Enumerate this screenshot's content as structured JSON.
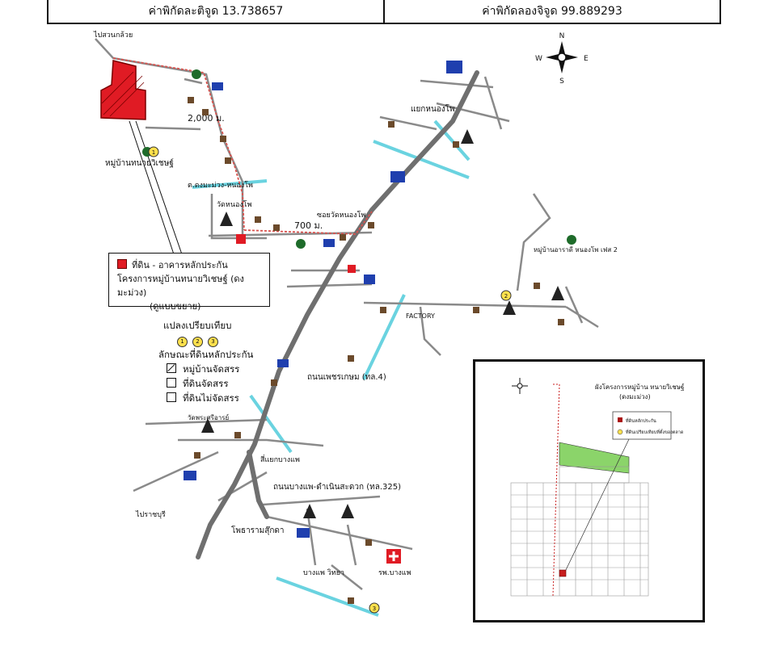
{
  "coords": {
    "lat": "ค่าพิกัดละติจูด 13.738657",
    "lon": "ค่าพิกัดลองจิจูด 99.889293"
  },
  "compass": {
    "n": "N",
    "s": "S",
    "e": "E",
    "w": "W"
  },
  "colors": {
    "property": "#e01b24",
    "road": "#7a7a7a",
    "river": "#6ad3e0",
    "marker": "#ffe14d",
    "park": "#8bd46a"
  },
  "distances": {
    "d1": "2,000 ม.",
    "d2": "700 ม."
  },
  "legend": {
    "property": "ที่ดิน - อาคารหลักประกัน",
    "project": "โครงการหมู่บ้านทนายวิเชษฐ์ (ดงมะม่วง)",
    "scale": "(ดูแบบขยาย)"
  },
  "comparison": {
    "title": "แปลงเปรียบเทียบ",
    "markers": [
      "1",
      "2",
      "3"
    ],
    "subtitle": "ลักษณะที่ดินหลักประกัน",
    "options": [
      {
        "label": "หมู่บ้านจัดสรร",
        "checked": true
      },
      {
        "label": "ที่ดินจัดสรร",
        "checked": false
      },
      {
        "label": "ที่ดินไม่จัดสรร",
        "checked": false
      }
    ]
  },
  "labels": {
    "top_left": "ไปสวนกล้วย",
    "village": "หมู่บ้านทนายวิเชษฐ์",
    "dongmamuang": "ต.ดงมะม่วง-หนองโพ",
    "wat_nong": "วัดหนองโพ",
    "soi_wat": "ซอยวัดหนองโพ",
    "yaek_nong": "แยกหนองโพ",
    "photharam_road": "ถนนเพชรเกษม (ทล.4)",
    "bangphae_road": "ถนนบางแพ-ดำเนินสะดวก (ทล.325)",
    "yaek_bangphae": "สี่แยกบางแพ",
    "photharam": "โพธารามสุ๊กดา",
    "rsp": "รพ.บางแพ",
    "ratchaburi": "ไปราชบุรี",
    "bangphae_school": "บางแพ วิทยา",
    "nongpho_village": "หมู่บ้านอาราดี หนองโพ เฟส 2",
    "factory": "FACTORY",
    "wat_sri": "วัดพระศรีอารย์"
  },
  "inset": {
    "title": "ผังโครงการหมู่บ้าน ทนายวิเชษฐ์",
    "subtitle": "(ดงมะม่วง)",
    "legend_property": "ที่ดินหลักประกัน",
    "legend_compare": "ที่ดินเปรียบเทียบที่ตั้งของตลาด"
  }
}
